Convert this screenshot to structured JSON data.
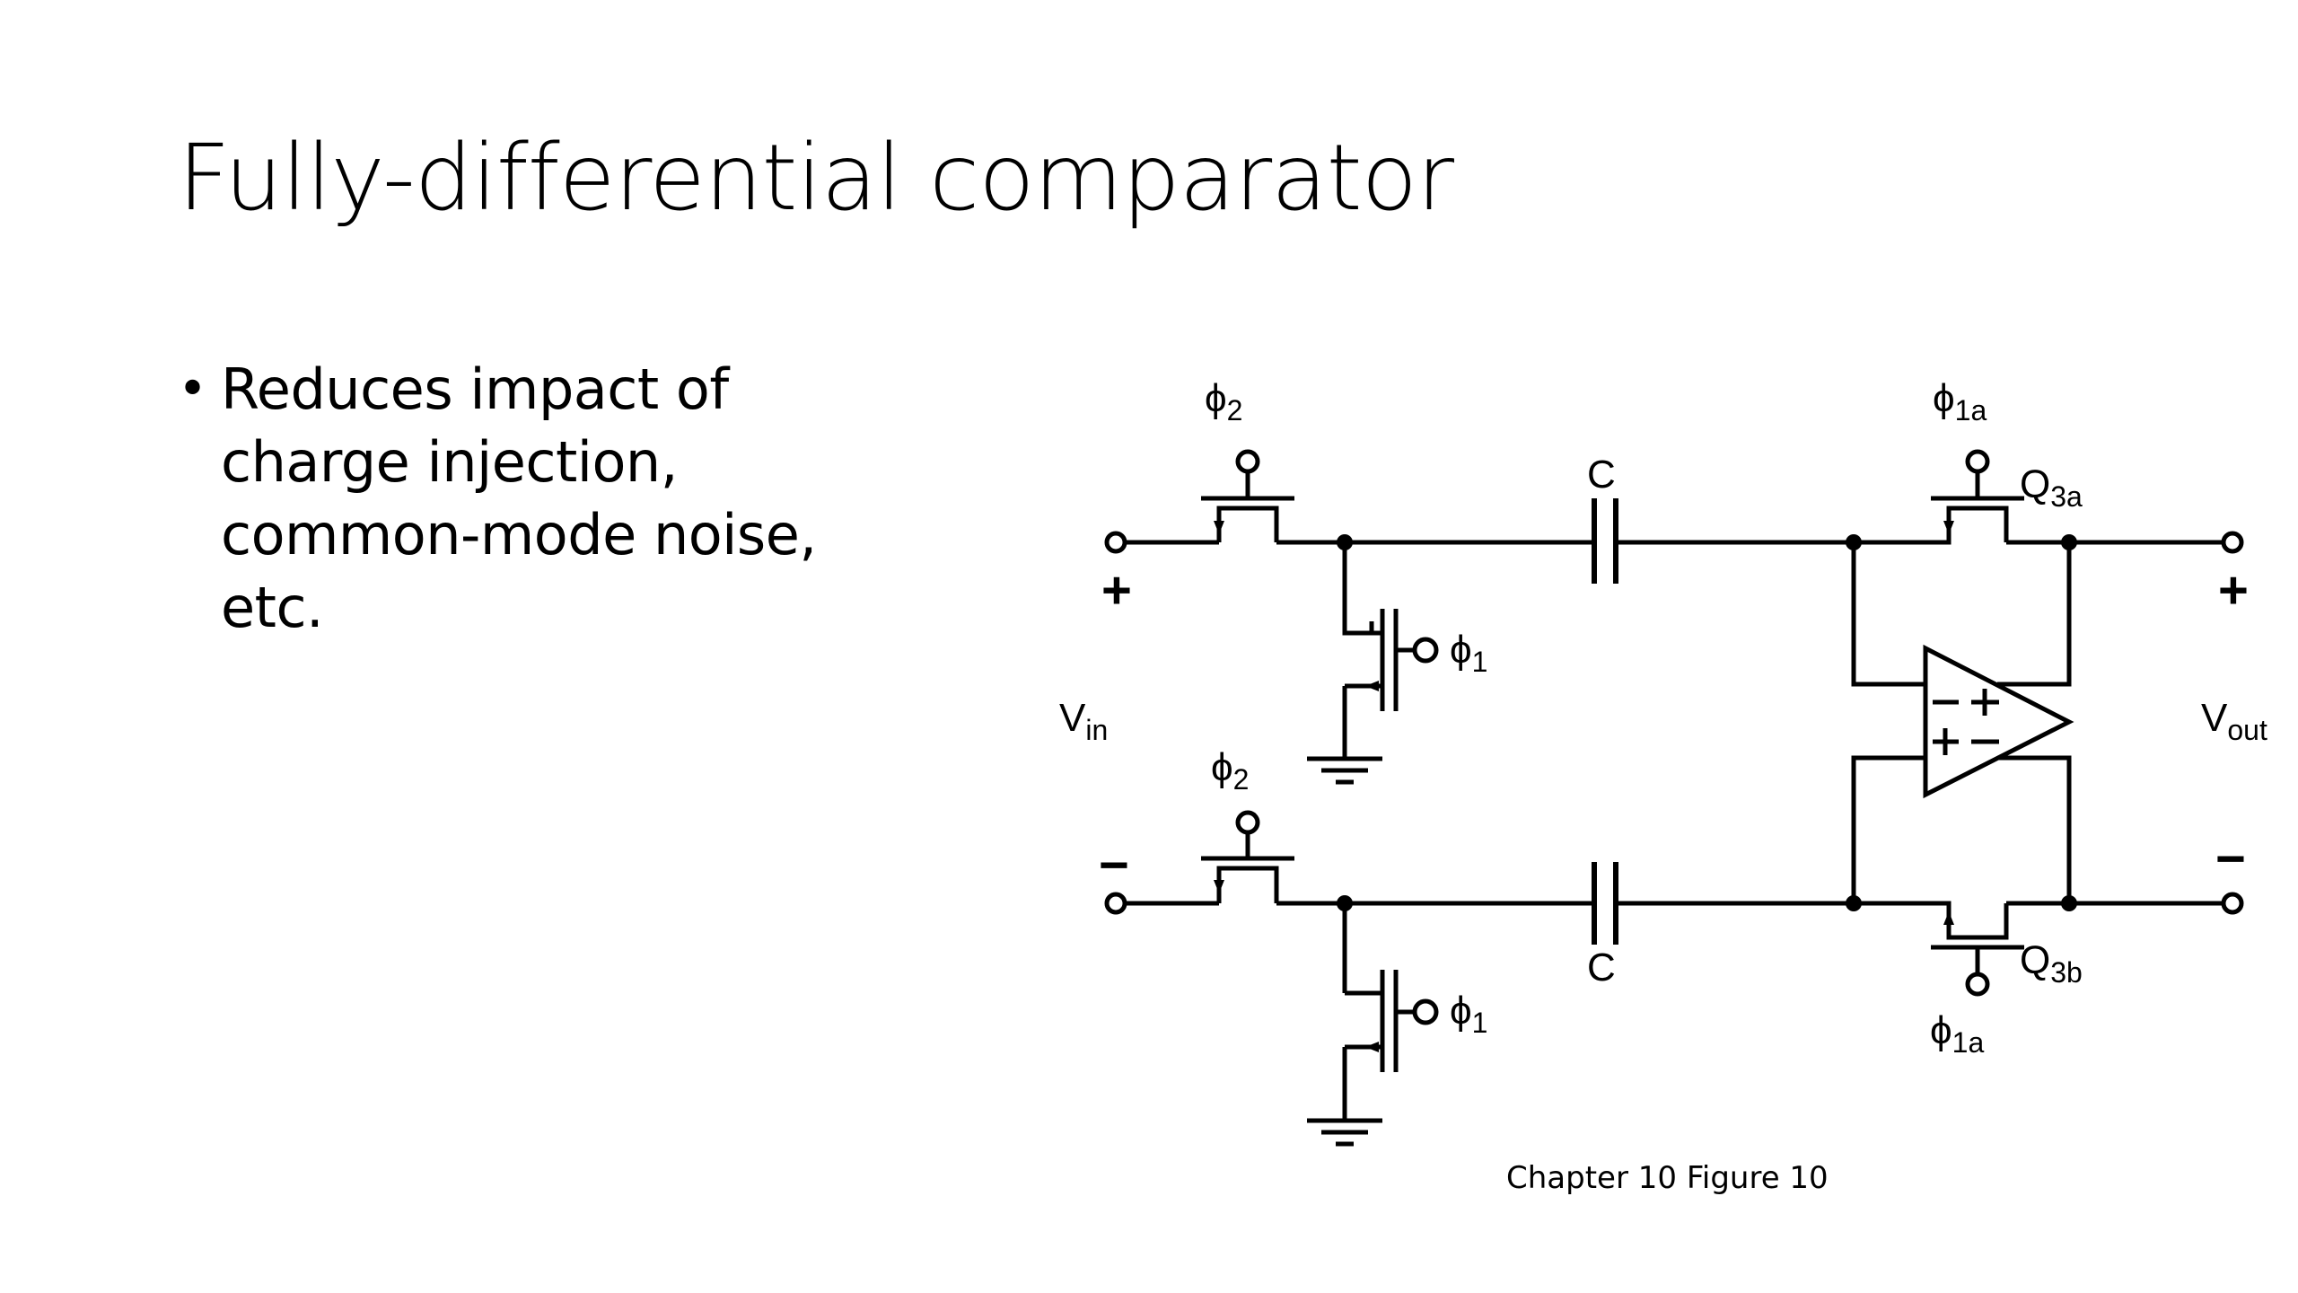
{
  "slide": {
    "title": "Fully-differential comparator",
    "bullets": [
      {
        "lines": [
          "Reduces impact of",
          "charge injection,",
          "common-mode noise,",
          "etc."
        ]
      }
    ],
    "caption": "Chapter 10 Figure 10"
  },
  "circuit": {
    "phi2_top": {
      "sym": "ϕ",
      "sub": "2"
    },
    "phi2_bottom": {
      "sym": "ϕ",
      "sub": "2"
    },
    "phi1_top": {
      "sym": "ϕ",
      "sub": "1"
    },
    "phi1_bottom": {
      "sym": "ϕ",
      "sub": "1"
    },
    "phi1a_top": {
      "sym": "ϕ",
      "sub": "1a"
    },
    "phi1a_bottom": {
      "sym": "ϕ",
      "sub": "1a"
    },
    "cap_top_label": "C",
    "cap_bottom_label": "C",
    "q3a": {
      "main": "Q",
      "sub": "3a"
    },
    "q3b": {
      "main": "Q",
      "sub": "3b"
    },
    "vin": {
      "main": "V",
      "sub": "in"
    },
    "vout": {
      "main": "V",
      "sub": "out"
    },
    "in_plus": "+",
    "in_minus": "−",
    "out_plus": "+",
    "out_minus": "−"
  }
}
